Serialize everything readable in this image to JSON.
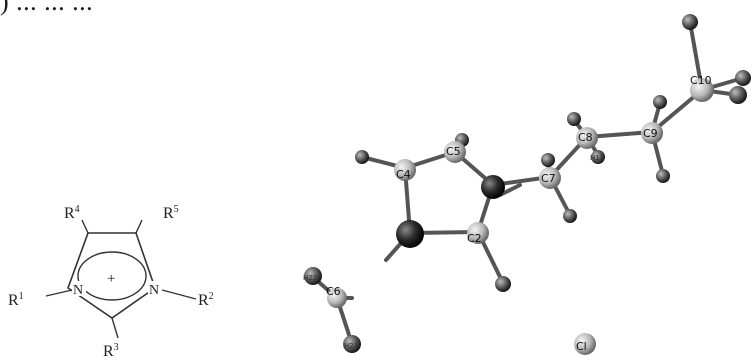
{
  "caption": ") ... ... ...",
  "imidazolium": {
    "charge": "+",
    "n_left": "N",
    "n_right": "N",
    "substituents": {
      "R1": {
        "base": "R",
        "sup": "1"
      },
      "R2": {
        "base": "R",
        "sup": "2"
      },
      "R3": {
        "base": "R",
        "sup": "3"
      },
      "R4": {
        "base": "R",
        "sup": "4"
      },
      "R5": {
        "base": "R",
        "sup": "5"
      }
    }
  },
  "molecule": {
    "atoms": {
      "C2": "C2",
      "C4": "C4",
      "C5": "C5",
      "C6": "C6",
      "C7": "C7",
      "C8": "C8",
      "C9": "C9",
      "C10": "C10",
      "Cl": "Cl",
      "H22": "H22",
      "H21": "H21",
      "H12": "H12"
    }
  }
}
